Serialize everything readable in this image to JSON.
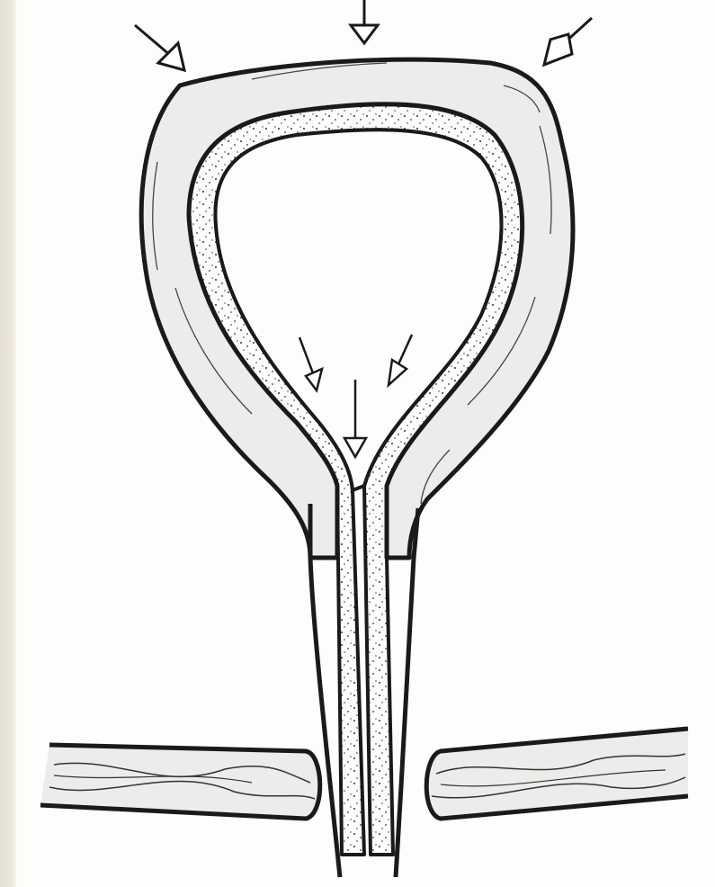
{
  "figure": {
    "background_color": "#fdfdfb",
    "ink_color": "#1a1a1a",
    "fill_color": "#ececea",
    "external_arrows": [
      {
        "direction": "down-right"
      },
      {
        "direction": "down"
      },
      {
        "direction": "down-left"
      }
    ],
    "internal_arrows": [
      {
        "direction": "down-right"
      },
      {
        "direction": "down"
      },
      {
        "direction": "down-left"
      }
    ]
  }
}
